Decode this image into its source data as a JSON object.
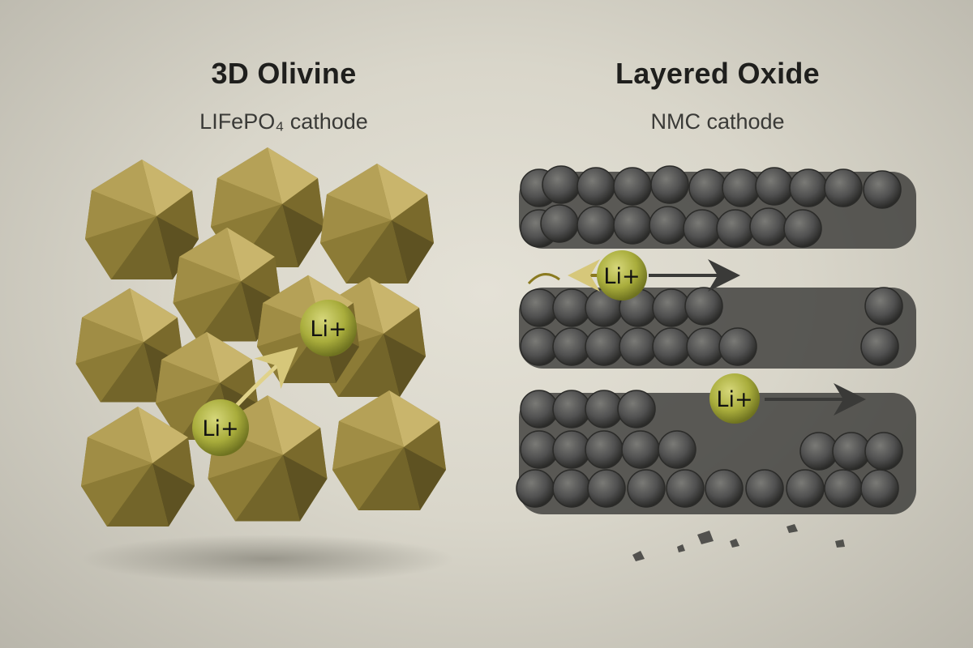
{
  "left_panel": {
    "title": "3D Olivine",
    "subtitle": "LIFePO₄ cathode",
    "structure": "polyhedral-framework",
    "ion_labels": [
      "Li+",
      "Li+"
    ],
    "colors": {
      "polyhedra": "#9c8a3e",
      "polyhedra_light": "#c8b46a",
      "polyhedra_dark": "#5a4e20",
      "ion": "#a9ad3c"
    }
  },
  "right_panel": {
    "title": "Layered Oxide",
    "subtitle": "NMC cathode",
    "structure": "stacked-sphere-layers",
    "ion_labels": [
      "Li+",
      "Li+"
    ],
    "colors": {
      "spheres": "#4a4a48",
      "spheres_light": "#6e6e6a",
      "ion": "#a9ad3c",
      "arrow": "#3a3a38",
      "left_arrow": "#8a7a20"
    }
  }
}
